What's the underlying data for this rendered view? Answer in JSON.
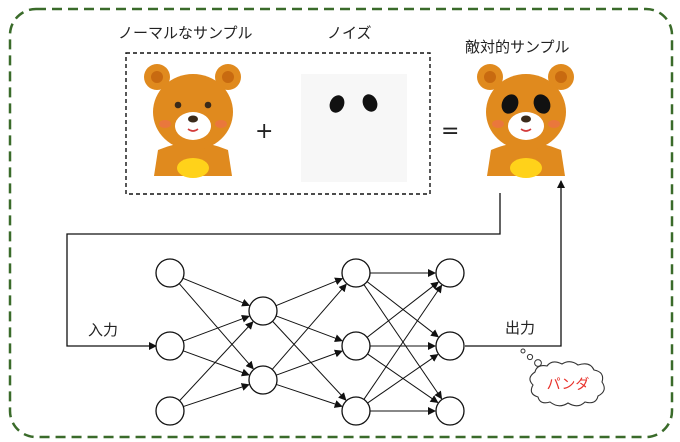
{
  "labels": {
    "normal_sample": "ノーマルなサンプル",
    "noise": "ノイズ",
    "adversarial_sample": "敵対的サンプル",
    "plus": "+",
    "equals": "=",
    "input": "入力",
    "output": "出力",
    "prediction": "パンダ"
  },
  "images": {
    "normal": "teddy-bear",
    "noise": "two-black-dots",
    "adversarial": "teddy-bear-with-panda-eyes"
  },
  "network": {
    "layers": [
      3,
      2,
      3,
      3
    ]
  },
  "colors": {
    "frame": "#3a6b2a",
    "prediction_text": "#e8322b",
    "bear_fur": "#e08a1e",
    "bear_muzzle": "#ffffff"
  }
}
